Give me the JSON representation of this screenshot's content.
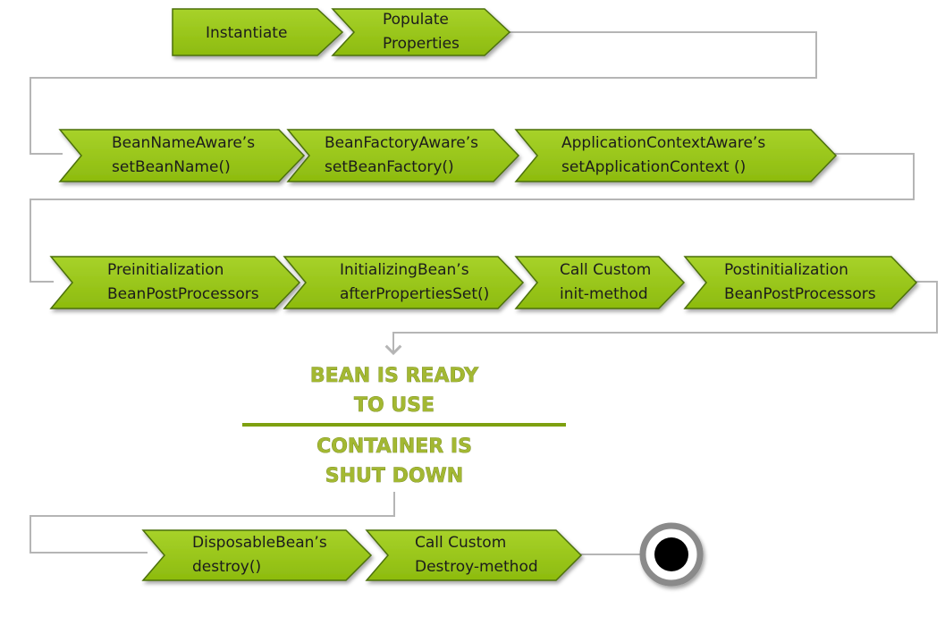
{
  "colors": {
    "chevron_fill": "#8dbb0e",
    "chevron_fill_light": "#a7d22a",
    "chevron_border": "#4c6f08",
    "connector": "#b5b5b5",
    "status_text": "#a3b832",
    "divider": "#7ea010",
    "end_marker_ring": "#8a8a8a"
  },
  "rows": [
    {
      "steps": [
        {
          "id": "instantiate",
          "lines": [
            "Instantiate"
          ]
        },
        {
          "id": "populate-properties",
          "lines": [
            "Populate",
            "Properties"
          ]
        }
      ]
    },
    {
      "steps": [
        {
          "id": "bean-name-aware",
          "lines": [
            "BeanNameAware’s",
            "setBeanName()"
          ]
        },
        {
          "id": "bean-factory-aware",
          "lines": [
            "BeanFactoryAware’s",
            "setBeanFactory()"
          ]
        },
        {
          "id": "application-context-aware",
          "lines": [
            "ApplicationContextAware’s",
            "setApplicationContext ()"
          ]
        }
      ]
    },
    {
      "steps": [
        {
          "id": "preinitialization",
          "lines": [
            "Preinitialization",
            "BeanPostProcessors"
          ]
        },
        {
          "id": "initializing-bean",
          "lines": [
            "InitializingBean’s",
            "afterPropertiesSet()"
          ]
        },
        {
          "id": "custom-init-method",
          "lines": [
            "Call Custom",
            "init-method"
          ]
        },
        {
          "id": "postinitialization",
          "lines": [
            "Postinitialization",
            "BeanPostProcessors"
          ]
        }
      ]
    },
    {
      "steps": [
        {
          "id": "disposable-bean",
          "lines": [
            "DisposableBean’s",
            "destroy()"
          ]
        },
        {
          "id": "custom-destroy-method",
          "lines": [
            "Call Custom",
            "Destroy-method"
          ]
        }
      ]
    }
  ],
  "status": {
    "ready_lines": [
      "BEAN IS READY",
      "TO USE"
    ],
    "shutdown_lines": [
      "CONTAINER IS",
      "SHUT DOWN"
    ]
  },
  "end_marker_icon": "final-state-icon"
}
